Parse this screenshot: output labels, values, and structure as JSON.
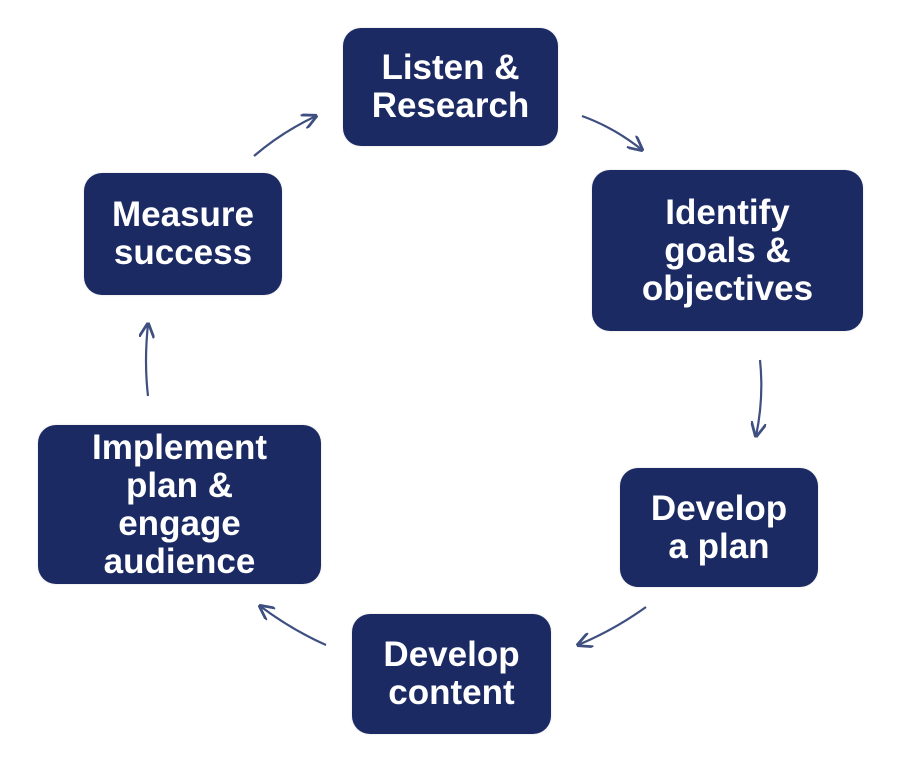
{
  "diagram": {
    "colors": {
      "box_fill": "#1b2a63",
      "box_text": "#ffffff",
      "arrow": "#3e4f80"
    },
    "steps": [
      {
        "id": "listen-research",
        "label": "Listen &\nResearch"
      },
      {
        "id": "identify-goals",
        "label": "Identify\ngoals &\nobjectives"
      },
      {
        "id": "develop-plan",
        "label": "Develop\na plan"
      },
      {
        "id": "develop-content",
        "label": "Develop\ncontent"
      },
      {
        "id": "implement-plan",
        "label": "Implement\nplan &\nengage\naudience"
      },
      {
        "id": "measure-success",
        "label": "Measure\nsuccess"
      }
    ],
    "flow": [
      {
        "from": "listen-research",
        "to": "identify-goals"
      },
      {
        "from": "identify-goals",
        "to": "develop-plan"
      },
      {
        "from": "develop-plan",
        "to": "develop-content"
      },
      {
        "from": "develop-content",
        "to": "implement-plan"
      },
      {
        "from": "implement-plan",
        "to": "measure-success"
      },
      {
        "from": "measure-success",
        "to": "listen-research"
      }
    ]
  }
}
